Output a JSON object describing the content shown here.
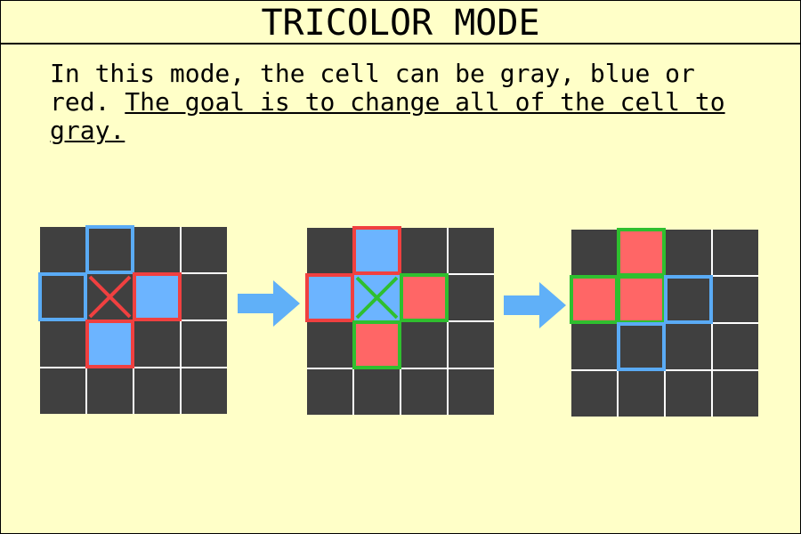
{
  "page": {
    "title": "TRICOLOR MODE",
    "desc_plain": "In this mode, the cell can be gray, blue or red. ",
    "desc_goal": "The goal is to change all of the cell to gray."
  },
  "colors": {
    "background": "#ffffc8",
    "gray": "#404040",
    "blue": "#6cb4ff",
    "red": "#ff6666",
    "outline_blue": "#5aabf5",
    "outline_red": "#f04040",
    "outline_green": "#2fbf2f",
    "arrow": "#60b0f8"
  },
  "boards": [
    {
      "name": "board-step-1",
      "cells": [
        [
          "gray",
          "gray",
          "gray",
          "gray"
        ],
        [
          "gray",
          "gray",
          "blue",
          "gray"
        ],
        [
          "gray",
          "blue",
          "gray",
          "gray"
        ],
        [
          "gray",
          "gray",
          "gray",
          "gray"
        ]
      ],
      "tap": {
        "row": 1,
        "col": 1,
        "color": "outline_red"
      },
      "outlines": [
        {
          "row": 0,
          "col": 1,
          "color": "outline_blue"
        },
        {
          "row": 1,
          "col": 0,
          "color": "outline_blue"
        },
        {
          "row": 1,
          "col": 2,
          "color": "outline_red"
        },
        {
          "row": 2,
          "col": 1,
          "color": "outline_red"
        }
      ]
    },
    {
      "name": "board-step-2",
      "cells": [
        [
          "gray",
          "blue",
          "gray",
          "gray"
        ],
        [
          "blue",
          "blue",
          "red",
          "gray"
        ],
        [
          "gray",
          "red",
          "gray",
          "gray"
        ],
        [
          "gray",
          "gray",
          "gray",
          "gray"
        ]
      ],
      "tap": {
        "row": 1,
        "col": 1,
        "color": "outline_green"
      },
      "outlines": [
        {
          "row": 0,
          "col": 1,
          "color": "outline_red"
        },
        {
          "row": 1,
          "col": 0,
          "color": "outline_red"
        },
        {
          "row": 1,
          "col": 2,
          "color": "outline_green"
        },
        {
          "row": 2,
          "col": 1,
          "color": "outline_green"
        }
      ]
    },
    {
      "name": "board-step-3",
      "cells": [
        [
          "gray",
          "red",
          "gray",
          "gray"
        ],
        [
          "red",
          "red",
          "gray",
          "gray"
        ],
        [
          "gray",
          "gray",
          "gray",
          "gray"
        ],
        [
          "gray",
          "gray",
          "gray",
          "gray"
        ]
      ],
      "tap": null,
      "outlines": [
        {
          "row": 0,
          "col": 1,
          "color": "outline_green"
        },
        {
          "row": 1,
          "col": 0,
          "color": "outline_green"
        },
        {
          "row": 1,
          "col": 1,
          "color": "outline_green"
        },
        {
          "row": 1,
          "col": 2,
          "color": "outline_blue"
        },
        {
          "row": 2,
          "col": 1,
          "color": "outline_blue"
        }
      ]
    }
  ]
}
